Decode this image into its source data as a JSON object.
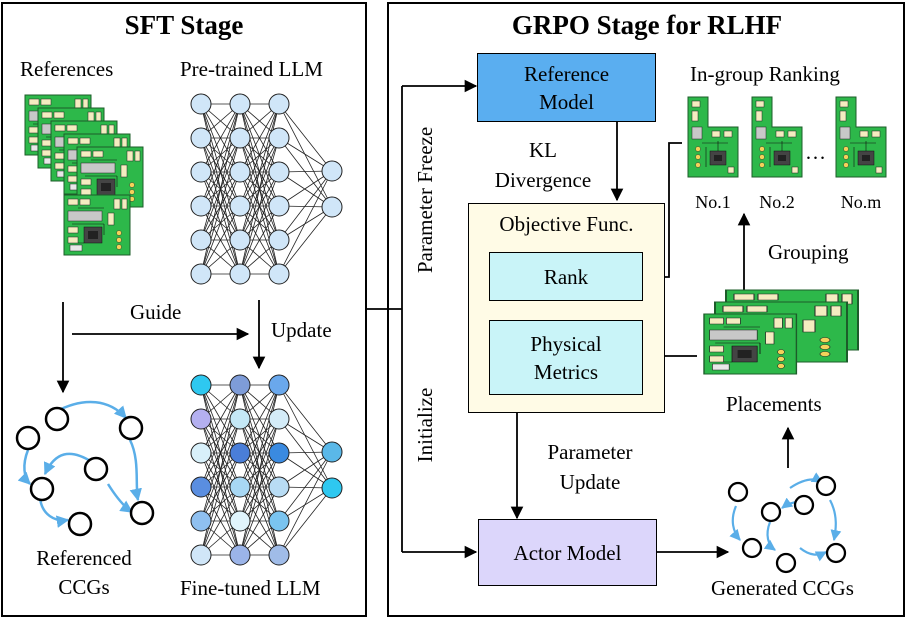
{
  "sft": {
    "title": "SFT Stage",
    "references_label": "References",
    "pretrained_label": "Pre-trained LLM",
    "guide_label": "Guide",
    "update_label": "Update",
    "referenced_ccgs_line1": "Referenced",
    "referenced_ccgs_line2": "CCGs",
    "finetuned_label": "Fine-tuned LLM"
  },
  "grpo": {
    "title": "GRPO Stage for RLHF",
    "reference_model_line1": "Reference",
    "reference_model_line2": "Model",
    "in_group_ranking": "In-group Ranking",
    "kl_line1": "KL",
    "kl_line2": "Divergence",
    "objective_title": "Objective Func.",
    "rank": "Rank",
    "physical_line1": "Physical",
    "physical_line2": "Metrics",
    "parameter_freeze": "Parameter Freeze",
    "initialize": "Initialize",
    "parameter_update_line1": "Parameter",
    "parameter_update_line2": "Update",
    "actor_model": "Actor Model",
    "grouping": "Grouping",
    "placements": "Placements",
    "generated_ccgs": "Generated CCGs",
    "rank_labels": [
      "No.1",
      "No.2",
      "No.m"
    ],
    "ellipsis": "…"
  },
  "colors": {
    "reference_model_fill": "#5aaef0",
    "objective_fill": "#fffbe6",
    "inner_box_fill": "#c9f4f8",
    "actor_fill": "#dcd6fb",
    "pcb_green": "#2db84a",
    "arrow_blue": "#5aaee8",
    "neuron_fill": "#d0e6f8"
  }
}
